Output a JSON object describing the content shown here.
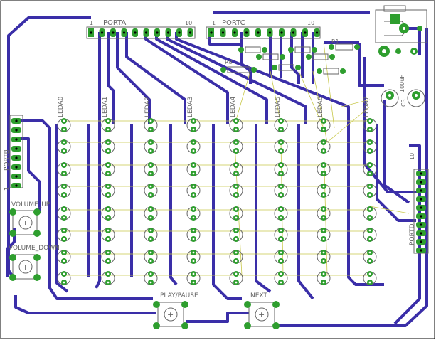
{
  "board": {
    "colors": {
      "background": "#ffffff",
      "outline": "#000000",
      "trace": "#3a2ea8",
      "pad": "#2e9e2e",
      "silk": "#666666",
      "airwire": "#c8c84a",
      "pad_hole": "#ffffff"
    },
    "headers": {
      "porta": {
        "label": "PORTA",
        "pin_first": "1",
        "pin_last": "10"
      },
      "portc": {
        "label": "PORTC",
        "pin_first": "1",
        "pin_last": "10"
      },
      "portb": {
        "label": "PORTB",
        "pin_first": "1"
      },
      "portd": {
        "label": "PORTD",
        "pin_first": "10"
      }
    },
    "led_columns": [
      "LEDA0",
      "LEDA1",
      "LEDA2",
      "LEDA3",
      "LEDA4",
      "LEDA5",
      "LEDA6",
      "LEDA7"
    ],
    "led_rows": 8,
    "resistors": {
      "r1": "R1",
      "r8": "R8"
    },
    "capacitors": {
      "c3_label": "C3",
      "c3_value": "100uF"
    },
    "buttons": {
      "volume_up": "VOLUME_UP",
      "volume_down": "VOLUME_DOWN",
      "play_pause": "PLAY/PAUSE",
      "next": "NEXT"
    }
  }
}
